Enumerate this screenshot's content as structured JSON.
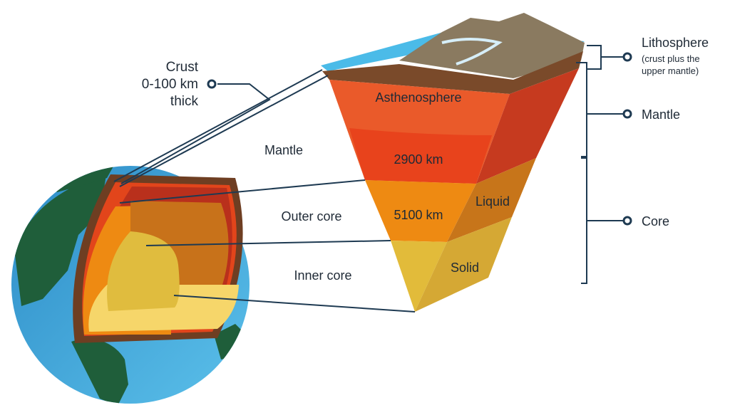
{
  "labels": {
    "crust_line1": "Crust",
    "crust_line2": "0-100 km",
    "crust_line3": "thick",
    "mantle": "Mantle",
    "outer_core": "Outer core",
    "inner_core": "Inner core",
    "asthenosphere": "Asthenosphere",
    "depth_2900": "2900 km",
    "depth_5100": "5100 km",
    "liquid": "Liquid",
    "solid": "Solid",
    "lithosphere": "Lithosphere",
    "lithosphere_note1": "(crust plus the",
    "lithosphere_note2": "upper mantle)",
    "mantle_bracket": "Mantle",
    "core_bracket": "Core"
  },
  "colors": {
    "ocean": "#3aa4d8",
    "land": "#1f5e3a",
    "crust": "#7a4a2a",
    "mantle_red": "#e24a1c",
    "mantle_dark": "#b8311a",
    "outer_core": "#ee8a12",
    "inner_core": "#e2bb3a",
    "line": "#1e3a52"
  }
}
